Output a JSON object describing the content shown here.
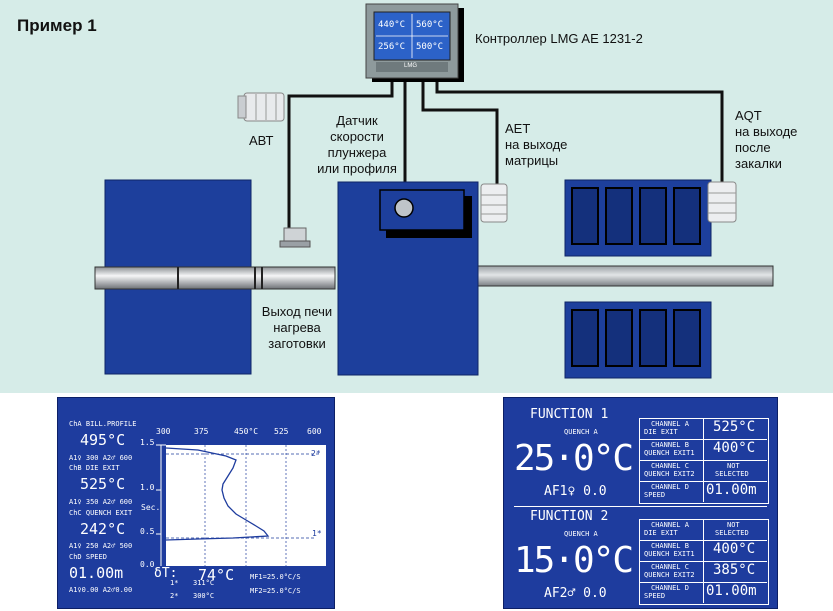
{
  "title": "Пример 1",
  "controller": {
    "label": "Контроллер LMG AE 1231-2",
    "panel_values": [
      "440°C",
      "560°C",
      "256°C",
      "500°C"
    ],
    "brand": "LMG"
  },
  "labels": {
    "abt": "АВТ",
    "sensor": [
      "Датчик",
      "скорости",
      "плунжера",
      "или профиля"
    ],
    "aet": [
      "AET",
      "на выходе",
      "матрицы"
    ],
    "aqt": [
      "AQT",
      "на выходе",
      "после",
      "закалки"
    ],
    "furnace": [
      "Выход печи",
      "нагрева",
      "заготовки"
    ]
  },
  "screen1": {
    "cha_label": "ChA BILL.PROFILE",
    "cha_value": "495°C",
    "chb_label": "ChB DIE EXIT",
    "chb_value": "525°C",
    "chc_label": "ChC QUENCH EXIT",
    "chc_value": "242°C",
    "chd_label": "ChD SPEED",
    "chd_value": "01.00m",
    "a1_1": "A1♀ 300 A2♂ 600",
    "a1_2": "A1♀ 350 A2♂ 600",
    "a1_3": "A1♀ 250 A2♂ 500",
    "a1_4": "A1♀0.00 A2♂0.00",
    "x_ticks": [
      "300",
      "375",
      "450°C",
      "525",
      "600"
    ],
    "y_ticks": [
      "1.5",
      "1.0",
      "0.5",
      "0.0"
    ],
    "y_unit": "Sec.",
    "marker_top": "2*",
    "marker_bot": "1*",
    "dt_label": "δT:",
    "dt_value": "74°C",
    "row1_l": "1*",
    "row1_v": "311°C",
    "row2_l": "2*",
    "row2_v": "300°C",
    "mf1": "MF1=25.0°C/S",
    "mf2": "MF2=25.0°C/S"
  },
  "screen2": {
    "f1": {
      "title": "FUNCTION 1",
      "sub": "QUENCH A",
      "big": "25·0°C",
      "af": "AF1♀ 0.0",
      "rows": [
        {
          "l1": "CHANNEL A",
          "l2": "DIE EXIT",
          "v": "525°C",
          "v2": ""
        },
        {
          "l1": "CHANNEL B",
          "l2": "QUENCH EXIT1",
          "v": "400°C",
          "v2": ""
        },
        {
          "l1": "CHANNEL C",
          "l2": "QUENCH EXIT2",
          "v": "NOT",
          "v2": "SELECTED"
        },
        {
          "l1": "CHANNEL D",
          "l2": "SPEED",
          "v": "01.00m",
          "v2": ""
        }
      ]
    },
    "f2": {
      "title": "FUNCTION 2",
      "sub": "QUENCH A",
      "big": "15·0°C",
      "af": "AF2♂ 0.0",
      "rows": [
        {
          "l1": "CHANNEL A",
          "l2": "DIE EXIT",
          "v": "NOT",
          "v2": "SELECTED"
        },
        {
          "l1": "CHANNEL B",
          "l2": "QUENCH EXIT1",
          "v": "400°C",
          "v2": ""
        },
        {
          "l1": "CHANNEL C",
          "l2": "QUENCH EXIT2",
          "v": "385°C",
          "v2": ""
        },
        {
          "l1": "CHANNEL D",
          "l2": "SPEED",
          "v": "01.00m",
          "v2": ""
        }
      ]
    }
  },
  "colors": {
    "background": "#d6ece8",
    "machine_blue": "#1d3f9c",
    "screen_blue": "#1e3c9e",
    "cable": "#111111"
  }
}
